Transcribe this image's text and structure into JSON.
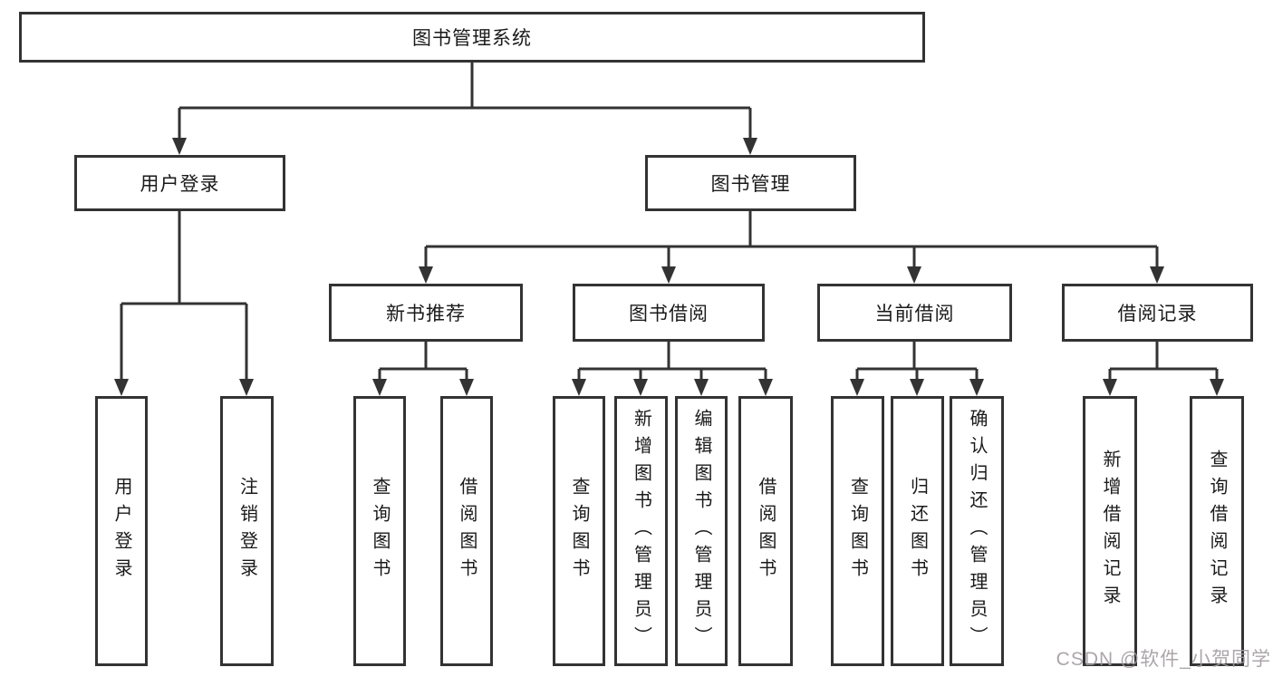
{
  "diagram": {
    "title": "图书管理系统",
    "level2": [
      {
        "label": "用户登录"
      },
      {
        "label": "图书管理"
      }
    ],
    "level3": [
      {
        "label": "新书推荐"
      },
      {
        "label": "图书借阅"
      },
      {
        "label": "当前借阅"
      },
      {
        "label": "借阅记录"
      }
    ],
    "leaves": {
      "userLogin": [
        {
          "label": "用户登录"
        },
        {
          "label": "注销登录"
        }
      ],
      "newBookRec": [
        {
          "label": "查询图书"
        },
        {
          "label": "借阅图书"
        }
      ],
      "bookBorrow": [
        {
          "label": "查询图书"
        },
        {
          "label": "新增图书（管理员）"
        },
        {
          "label": "编辑图书（管理员）"
        },
        {
          "label": "借阅图书"
        }
      ],
      "currentBorrow": [
        {
          "label": "查询图书"
        },
        {
          "label": "归还图书"
        },
        {
          "label": "确认归还（管理员）"
        }
      ],
      "borrowRecord": [
        {
          "label": "新增借阅记录"
        },
        {
          "label": "查询借阅记录"
        }
      ]
    },
    "line_color": "#333333",
    "box_background": "#ffffff"
  },
  "watermark": {
    "text": "CSDN @软件_小贺同学"
  }
}
